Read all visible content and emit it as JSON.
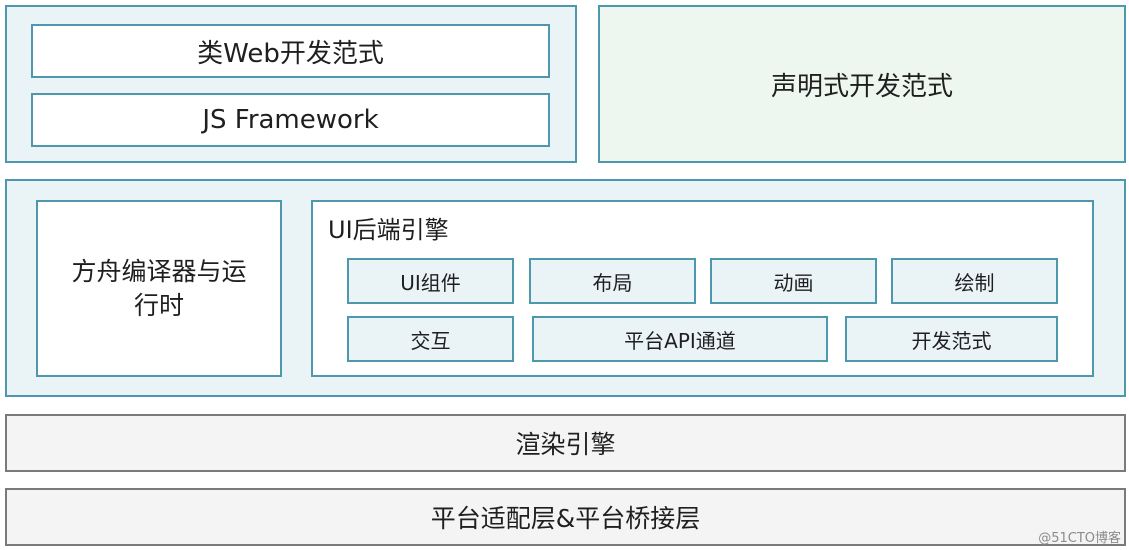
{
  "diagram": {
    "top_left": {
      "web_paradigm": "类Web开发范式",
      "js_framework": "JS Framework"
    },
    "top_right": {
      "declarative_paradigm": "声明式开发范式"
    },
    "middle": {
      "ark_compiler_line1": "方舟编译器与运",
      "ark_compiler_line2": "行时",
      "ui_backend_title": "UI后端引擎",
      "row1": [
        "UI组件",
        "布局",
        "动画",
        "绘制"
      ],
      "row2": [
        "交互",
        "平台API通道",
        "开发范式"
      ]
    },
    "render_engine": "渲染引擎",
    "platform_layer": "平台适配层&平台桥接层",
    "watermark": "@51CTO博客"
  }
}
